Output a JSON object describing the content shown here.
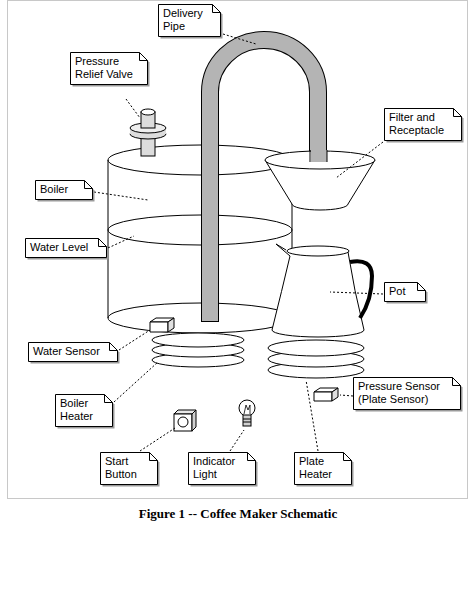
{
  "diagram": {
    "caption": "Figure 1 -- Coffee Maker Schematic",
    "nodes": [
      {
        "text": [
          "Delivery Pipe"
        ]
      },
      {
        "text": [
          "Pressure Relief Valve"
        ]
      },
      {
        "text": [
          "Filter and Receptacle"
        ]
      },
      {
        "text": [
          "Boiler"
        ]
      },
      {
        "text": [
          "Water Level"
        ]
      },
      {
        "text": [
          "Pot"
        ]
      },
      {
        "text": [
          "Water Sensor"
        ]
      },
      {
        "text": [
          "Boiler Heater"
        ]
      },
      {
        "text": [
          "Pressure Sensor (Plate Sensor)"
        ]
      },
      {
        "text": [
          "Start Button"
        ]
      },
      {
        "text": [
          "Indicator Light"
        ]
      },
      {
        "text": [
          "Plate Heater"
        ]
      }
    ]
  }
}
